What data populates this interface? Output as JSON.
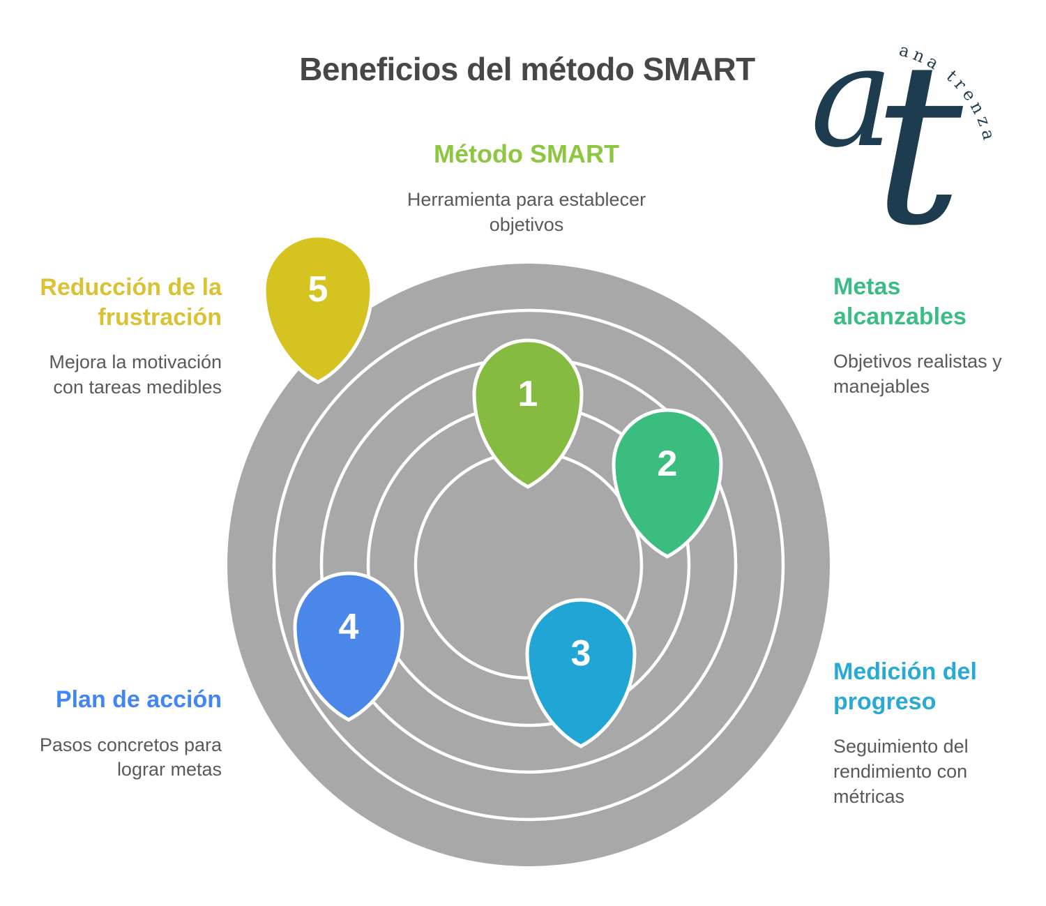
{
  "header": {
    "title": "Beneficios del método SMART",
    "title_color": "#474747"
  },
  "brand": {
    "monogram": "at",
    "arc_text": "ana trenza",
    "color": "#1e3c50"
  },
  "diagram": {
    "circle_color": "#a8a8a8",
    "ring_color": "#ffffff"
  },
  "items": [
    {
      "number": "1",
      "title": "Método SMART",
      "description": "Herramienta para establecer\nobjetivos",
      "title_color": "#8dc63f",
      "pin_color": "#86bb42"
    },
    {
      "number": "2",
      "title": "Metas\nalcanzables",
      "description": "Objetivos realistas y\nmanejables",
      "title_color": "#3abd85",
      "pin_color": "#3cbd80"
    },
    {
      "number": "3",
      "title": "Medición del\nprogreso",
      "description": "Seguimiento del\nrendimiento con\nmétricas",
      "title_color": "#29a9d6",
      "pin_color": "#21a5d5"
    },
    {
      "number": "4",
      "title": "Plan de acción",
      "description": "Pasos concretos para\nlograr metas",
      "title_color": "#4286f5",
      "pin_color": "#4b87e8"
    },
    {
      "number": "5",
      "title": "Reducción de la\nfrustración",
      "description": "Mejora la motivación\ncon tareas medibles",
      "title_color": "#d9c233",
      "pin_color": "#d5c322"
    }
  ]
}
